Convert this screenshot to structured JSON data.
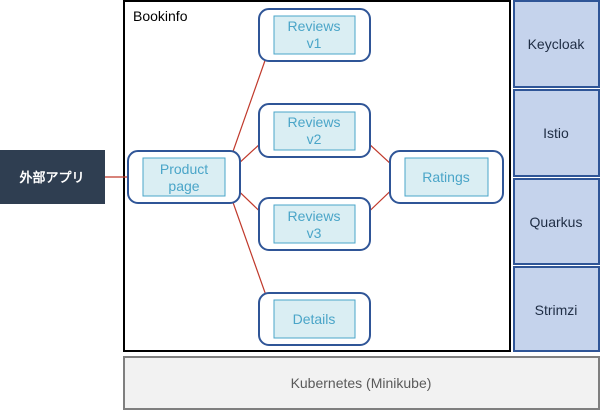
{
  "external_app": {
    "label": "外部アプリ"
  },
  "bookinfo": {
    "title": "Bookinfo"
  },
  "services": {
    "productpage": {
      "lines": [
        "Product",
        "page"
      ]
    },
    "reviews_v1": {
      "lines": [
        "Reviews",
        "v1"
      ]
    },
    "reviews_v2": {
      "lines": [
        "Reviews",
        "v2"
      ]
    },
    "reviews_v3": {
      "lines": [
        "Reviews",
        "v3"
      ]
    },
    "ratings": {
      "label": "Ratings"
    },
    "details": {
      "label": "Details"
    }
  },
  "side_stack": {
    "keycloak": "Keycloak",
    "istio": "Istio",
    "quarkus": "Quarkus",
    "strimzi": "Strimzi"
  },
  "platform": {
    "label": "Kubernetes (Minikube)"
  },
  "colors": {
    "node_border": "#2f5597",
    "node_fill": "#daeef3",
    "node_text": "#4aa5c8",
    "side_fill": "#c5d3ec",
    "external_fill": "#2f3e51",
    "arrow": "#c0392b",
    "platform_fill": "#f2f2f2"
  }
}
